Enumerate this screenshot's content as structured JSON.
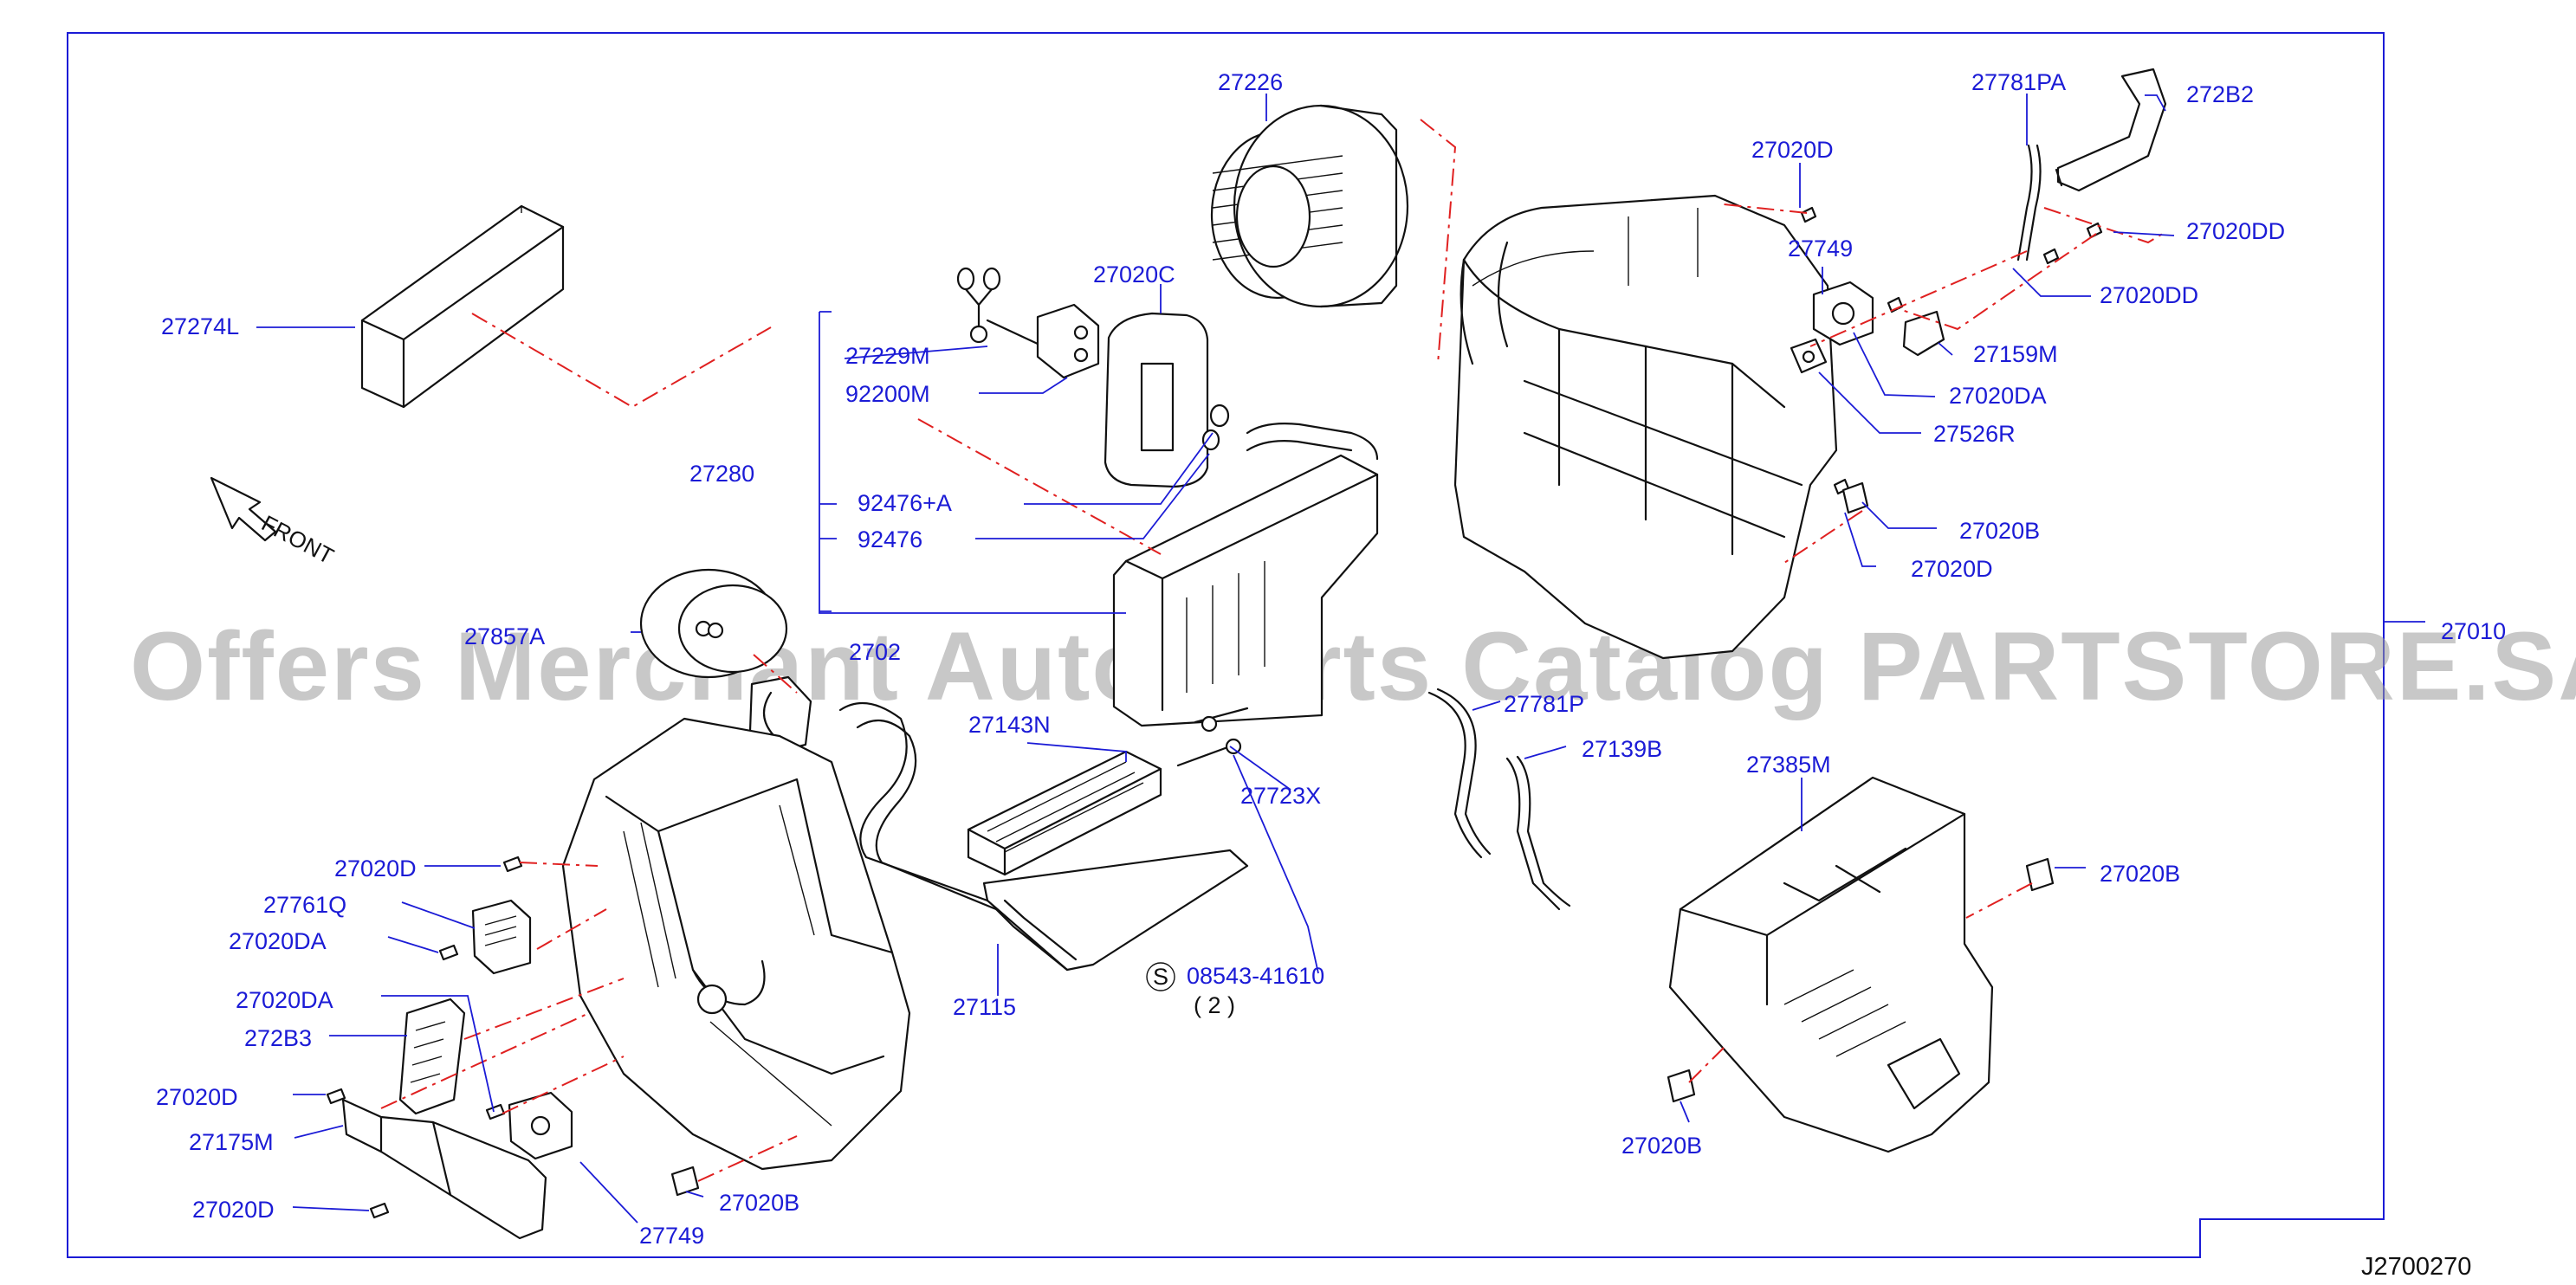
{
  "diagram_code": "J2700270",
  "watermark": "Offers Merchant Auto Parts Catalog PARTSTORE.SA",
  "front_label": "FRONT",
  "labels": {
    "p27274L": "27274L",
    "p27280": "27280",
    "p27229M": "27229M",
    "p92200M": "92200M",
    "p92476A": "92476+A",
    "p92476": "92476",
    "p27020C": "27020C",
    "p27226": "27226",
    "p27781PA": "27781PA",
    "p272B2": "272B2",
    "p27020D_top": "27020D",
    "p27749_top": "27749",
    "p27020DD_a": "27020DD",
    "p27020DD_b": "27020DD",
    "p27159M": "27159M",
    "p27020DA_top": "27020DA",
    "p27526R": "27526R",
    "p27020B_mid": "27020B",
    "p27020D_mid": "27020D",
    "p27010": "27010",
    "p27857A": "27857A",
    "p2702x": "2702",
    "p27143N": "27143N",
    "p27723X": "27723X",
    "p27781P": "27781P",
    "p27139B": "27139B",
    "p27385M": "27385M",
    "p27020B_right": "27020B",
    "p27020D_left1": "27020D",
    "p27761Q": "27761Q",
    "p27020DA_left1": "27020DA",
    "p27020DA_left2": "27020DA",
    "p272B3": "272B3",
    "p27020D_left2": "27020D",
    "p27175M": "27175M",
    "p27020D_left3": "27020D",
    "p27115": "27115",
    "p08543": "08543-41610",
    "p08543_qty": "( 2 )",
    "p08543_sym": "S",
    "p27749_bottom": "27749",
    "p27020B_bottom1": "27020B",
    "p27020B_bottom2": "27020B"
  }
}
